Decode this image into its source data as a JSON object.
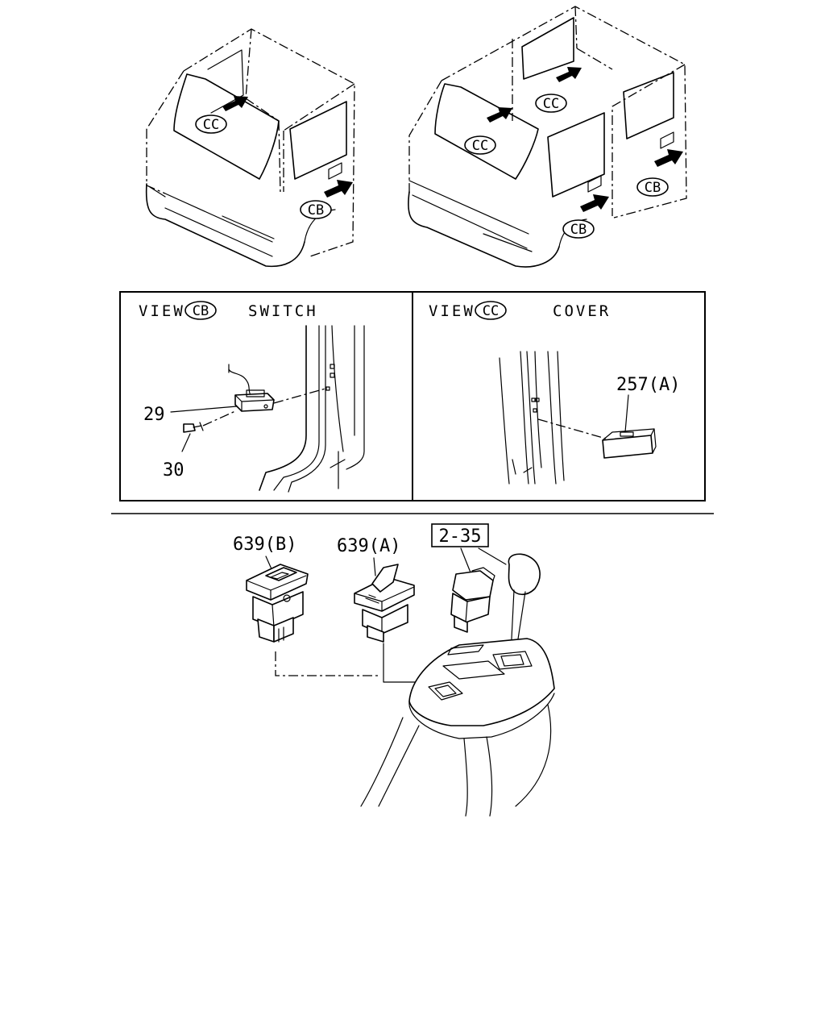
{
  "callouts": {
    "cc": "CC",
    "cb": "CB"
  },
  "view_left": {
    "prefix": "VIEW",
    "ref": "CB",
    "title": "SWITCH",
    "parts": [
      "29",
      "30"
    ]
  },
  "view_right": {
    "prefix": "VIEW",
    "ref": "CC",
    "title": "COVER",
    "parts": [
      "257(A)"
    ]
  },
  "console": {
    "parts": [
      "639(B)",
      "639(A)"
    ],
    "ref_box": "2-35"
  }
}
